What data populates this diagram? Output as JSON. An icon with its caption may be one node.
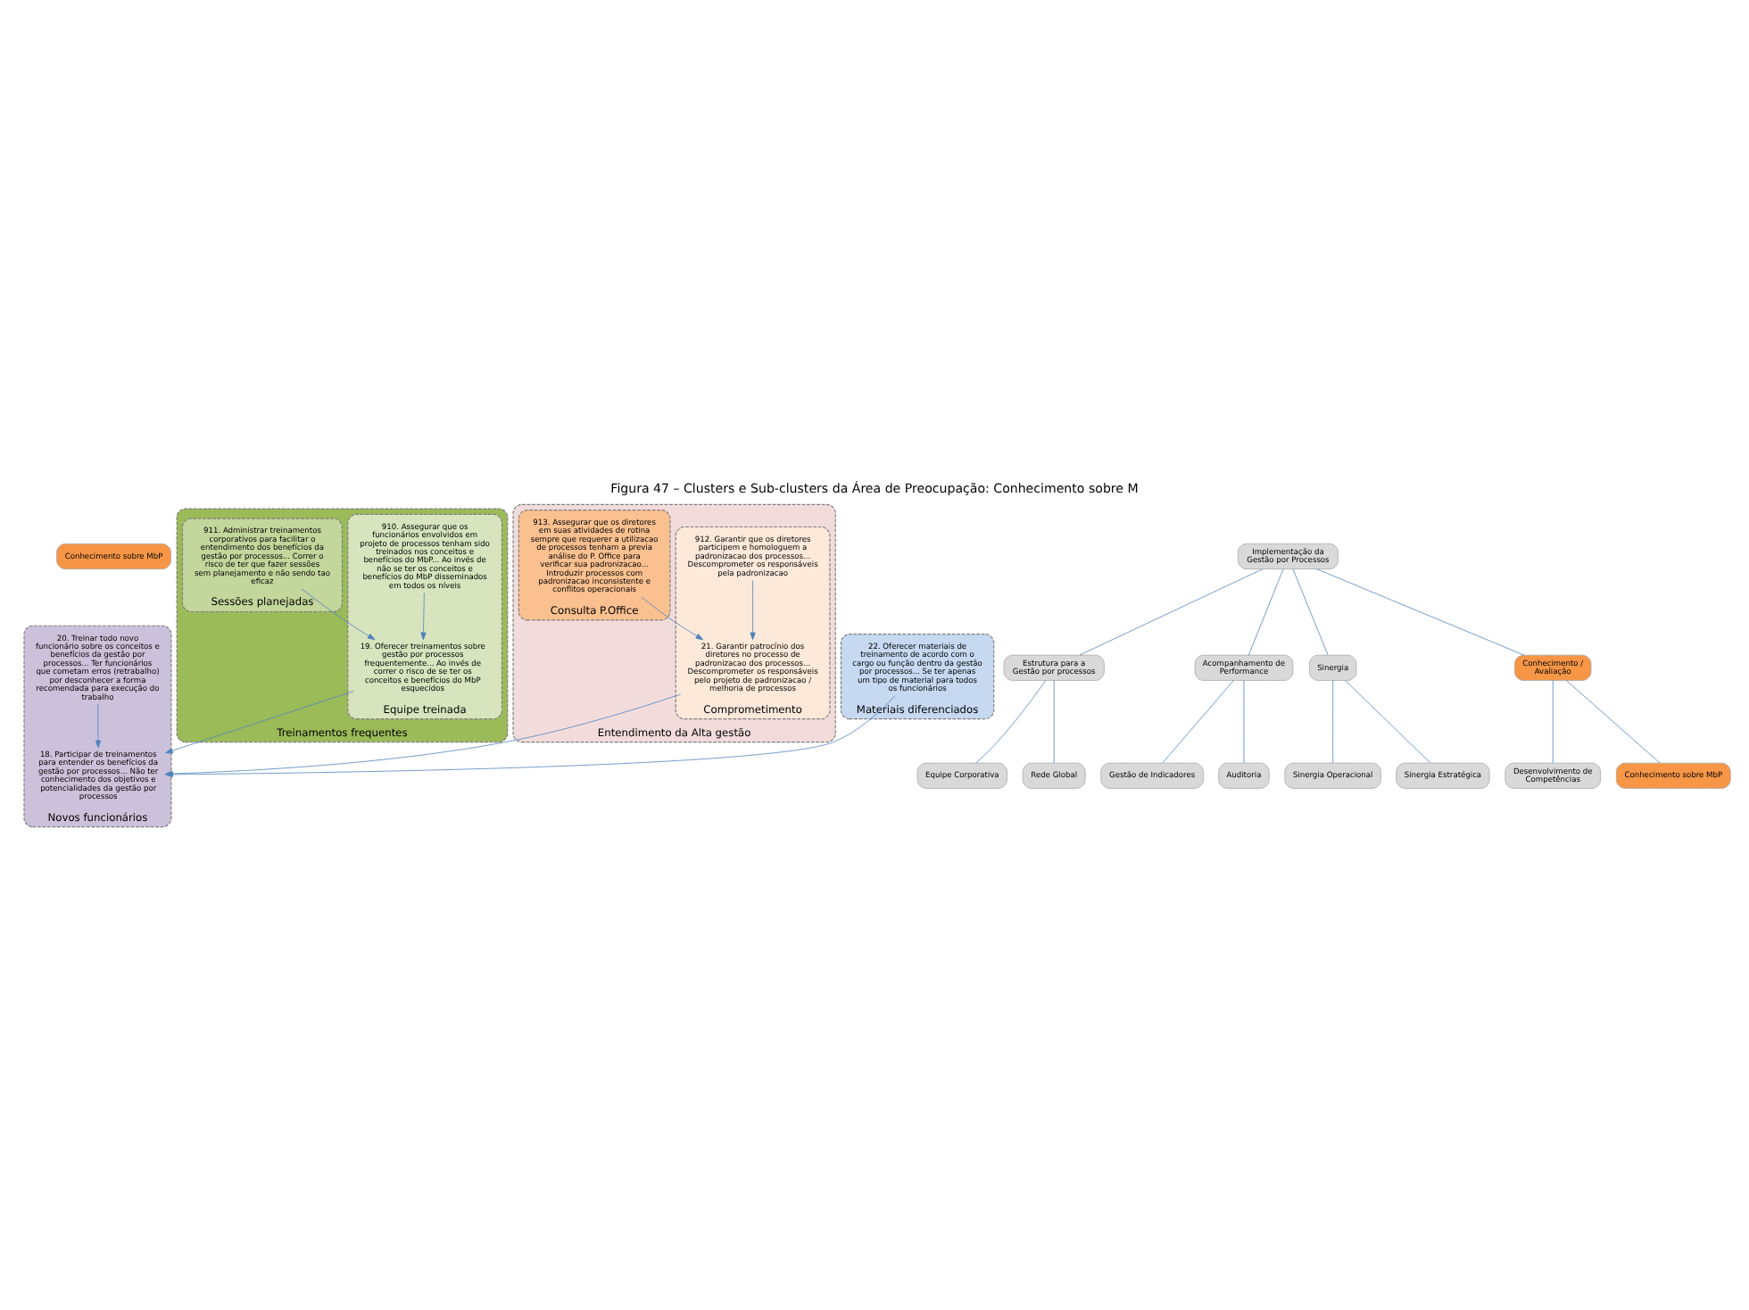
{
  "diagram": {
    "title": "Figura 47 – Clusters e Sub-clusters da Área de Preocupação: Conhecimento sobre M",
    "nodes": [
      {
        "text": [
          "Conhecimento sobre MbP"
        ]
      },
      {
        "text": [
          "Novos funcionários"
        ]
      },
      {
        "text": [
          "18. Participar de treinamentos para entender os benefícios da gestão por processos... Não ter conhecimento dos objetivos e potencialidades da gestão por processos"
        ],
        "in": 1
      },
      {
        "text": [
          "20. Treinar todo novo funcionário sobre os conceitos e benefícios da gestão por processos... Ter funcionários que cometam erros (retrabalho) por desconhecer a forma recomendada para execução do trabalho"
        ],
        "in": 1
      },
      {
        "text": [
          "Treinamentos frequentes"
        ]
      },
      {
        "text": [
          "Equipe treinada"
        ],
        "in": 4
      },
      {
        "text": [
          "19. Oferecer treinamentos sobre gestão por processos frequentemente... Ao invés de correr o risco de se ter os conceitos e benefícios do MbP esquecidos"
        ],
        "in": 5
      },
      {
        "text": [
          "910. Assegurar que os funcionários envolvidos em projeto de processos tenham sido treinados nos conceitos e benefícios do MbP... Ao invés de não se ter os conceitos e benefícios do MbP disseminados em todos os níveis"
        ],
        "in": 5
      },
      {
        "text": [
          "Sessões planejadas"
        ],
        "in": 4
      },
      {
        "text": [
          "911. Administrar treinamentos corporativos para facilitar o entendimento dos benefícios da gestão por processos... Correr o risco de ter que fazer sessões sem planejamento e não sendo tao eficaz"
        ],
        "in": 8
      },
      {
        "text": [
          "Entendimento da Alta gestão"
        ]
      },
      {
        "text": [
          "Comprometimento"
        ],
        "in": 10
      },
      {
        "text": [
          "21. Garantir patrocínio dos diretores no processo de padronizacao dos processos... Descomprometer os responsáveis pelo projeto de padronizacao / melhoria de processos"
        ],
        "in": 11
      },
      {
        "text": [
          "912. Garantir que os diretores participem e homologuem a padronizacao dos processos... Descomprometer os responsáveis pela padronizacao"
        ],
        "in": 11
      },
      {
        "text": [
          "Consulta P.Office"
        ],
        "in": 10
      },
      {
        "text": [
          "913. Assegurar que os diretores em suas atividades de rotina sempre que requerer a utilizacao de processos tenham a previa análise do P. Office para verificar sua padronizacao... Introduzir processos com padronizacao inconsistente e conflitos operacionais"
        ],
        "in": 14
      },
      {
        "text": [
          "Materiais diferenciados"
        ]
      },
      {
        "text": [
          "22. Oferecer materiais de treinamento de acordo com o cargo ou função dentro da gestão por processos... Se ter apenas um tipo de material para todos os funcionários"
        ],
        "in": 16
      },
      {
        "text": [
          "Implementação da Gestão por Processos"
        ]
      },
      {
        "text": [
          "Estrutura para a Gestão por processos"
        ]
      },
      {
        "text": [
          "Acompanhamento de Performance"
        ]
      },
      {
        "text": [
          "Sinergia"
        ]
      },
      {
        "text": [
          "Conhecimento / Avaliação"
        ]
      },
      {
        "text": [
          "Equipe Corporativa"
        ]
      },
      {
        "text": [
          "Rede Global"
        ]
      },
      {
        "text": [
          "Gestão de Indicadores"
        ]
      },
      {
        "text": [
          "Auditoria"
        ]
      },
      {
        "text": [
          "Sinergia Operacional"
        ]
      },
      {
        "text": [
          "Sinergia Estratégica"
        ]
      },
      {
        "text": [
          "Desenvolvimento de Competências"
        ]
      },
      {
        "text": [
          "Conhecimento sobre MbP"
        ]
      }
    ],
    "edges": [
      {
        "from": 6,
        "to": 2,
        "arrow": "to"
      },
      {
        "from": 3,
        "to": 2,
        "arrow": "to"
      },
      {
        "from": 12,
        "to": 2,
        "arrow": "to"
      },
      {
        "from": 17,
        "to": 2,
        "arrow": "to"
      },
      {
        "from": 7,
        "to": 6,
        "arrow": "to"
      },
      {
        "from": 9,
        "to": 6,
        "arrow": "to"
      },
      {
        "from": 13,
        "to": 12,
        "arrow": "to"
      },
      {
        "from": 15,
        "to": 12,
        "arrow": "to"
      },
      {
        "from": 18,
        "to": 19,
        "arrow": "none"
      },
      {
        "from": 18,
        "to": 20,
        "arrow": "none"
      },
      {
        "from": 18,
        "to": 21,
        "arrow": "none"
      },
      {
        "from": 18,
        "to": 22,
        "arrow": "none"
      },
      {
        "from": 19,
        "to": 23,
        "arrow": "none"
      },
      {
        "from": 19,
        "to": 24,
        "arrow": "none"
      },
      {
        "from": 20,
        "to": 25,
        "arrow": "none"
      },
      {
        "from": 20,
        "to": 26,
        "arrow": "none"
      },
      {
        "from": 21,
        "to": 27,
        "arrow": "none"
      },
      {
        "from": 21,
        "to": 28,
        "arrow": "none"
      },
      {
        "from": 22,
        "to": 29,
        "arrow": "none"
      },
      {
        "from": 22,
        "to": 30,
        "arrow": "none"
      }
    ]
  }
}
